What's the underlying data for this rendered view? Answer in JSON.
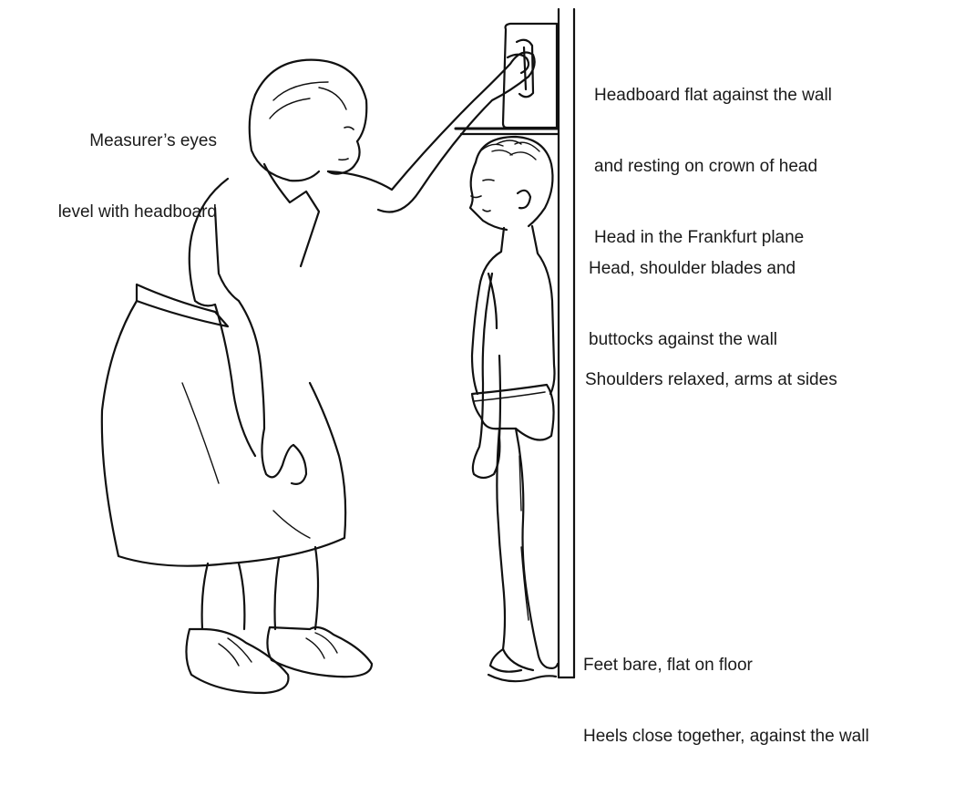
{
  "annotations": {
    "measurer": {
      "lines": [
        "Measurer’s eyes",
        "level with headboard"
      ]
    },
    "headboard": {
      "lines": [
        "Headboard flat against the wall",
        "and resting on crown of head",
        "Head in the Frankfurt plane"
      ]
    },
    "contact_points": {
      "lines": [
        "Head, shoulder blades and",
        "buttocks against the wall"
      ]
    },
    "shoulders": {
      "lines": [
        "Shoulders relaxed, arms at sides"
      ]
    },
    "feet": {
      "lines": [
        "Feet bare, flat on floor",
        "Heels close together, against the wall"
      ]
    }
  },
  "colors": {
    "ink": "#111111",
    "text": "#1a1a1a",
    "background": "#ffffff"
  }
}
